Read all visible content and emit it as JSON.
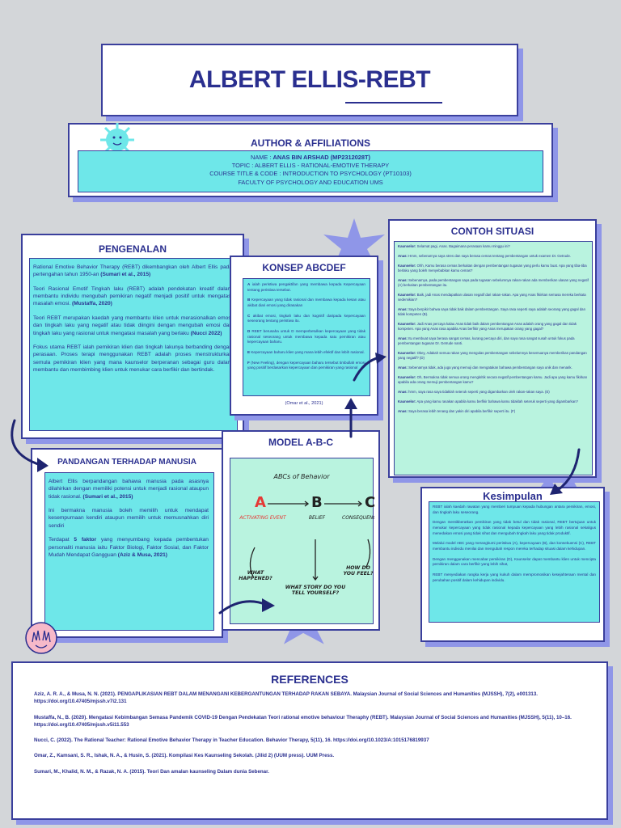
{
  "title": "ALBERT ELLIS-REBT",
  "author": {
    "heading": "AUTHOR & AFFILIATIONS",
    "name_label": "NAME :",
    "name": "ANAS BIN ARSHAD (MP2312028T)",
    "topic": "TOPIC : ALBERT ELLIS - RATIONAL-EMOTIVE THERAPY",
    "course": "COURSE TITLE & CODE : INTRODUCTION TO PSYCHOLOGY (PT10103)",
    "faculty": "FACULTY OF PSYCHOLOGY AND EDUCATION UMS"
  },
  "pengenalan": {
    "heading": "PENGENALAN",
    "p1": "Rational Emotive Behavior Therapy (REBT) dikembangkan oleh Albert Ellis pada pertengahan tahun 1950-an",
    "p1_cite": "(Sumari et al., 2015)",
    "p2": "Teori Rasional Emotif Tingkah laku (REBT) adalah pendekatan kreatif dalam membantu individu mengubah pemikiran negatif menjadi positif untuk mengatasi masalah emosi.",
    "p2_cite": "(Mustaffa, 2020)",
    "p3": "Teori REBT merupakan kaedah yang membantu klien untuk merasionalkan emosi dan tingkah laku yang negatif atau tidak diingini dengan mengubah emosi dan tingkah laku yang rasional untuk mengatasi masalah yang berlaku",
    "p3_cite": "(Nucci 2022)",
    "p4": "Fokus utama REBT ialah pemikiran klien dan tingkah lakunya berbanding dengan perasaan. Proses terapi menggunakan REBT adalah proses menstrukturkan semula pemikiran klien yang mana kaunselor berperanan sebagai guru dalam membantu dan membimbing klien untuk menukar cara berfikir dan bertindak."
  },
  "konsep": {
    "heading": "KONSEP ABCDEF",
    "items": [
      {
        "k": "A",
        "t": "ialah peristiwa pengaktifan yang membawa kepada Kepercayaan tentang peristiwa tersebut."
      },
      {
        "k": "B",
        "t": "Kepercayaan yang tidak rasional dan membawa kepada kesan atau akibat diari emosi yang dirasakan"
      },
      {
        "k": "C",
        "t": "akibat emosi, tingkah laku dan kognitif daripada kepercayaan seseorang tentang peristiwa itu."
      },
      {
        "k": "D",
        "t": "REBT berusaha untuk D memperbetulkan kepercayaan yang tidak rasional seseorang untuk membawa kepada satu pemikiran atau kepercayaan baharu."
      },
      {
        "k": "E",
        "t": "Kepercayaan baharu klien yang mana lebih efektif dan lebih rasional."
      },
      {
        "k": "F",
        "t": "(New Feeling), dengan kepercayaan baharu tersebut timbullah emosi yang positif berdasarkan kepercayaan dan pemikiran yang rasional"
      }
    ],
    "cite": "(Omar et al., 2021)"
  },
  "contoh": {
    "heading": "CONTOH SITUASI",
    "lines": [
      {
        "s": "Kaunselor:",
        "t": "Selamat pagi, Anas. Bagaimana perasaan kamu minggu ini?"
      },
      {
        "s": "Anas:",
        "t": "Hmm, sebenarnya saya stres dan saya berasa cemas tentang pembentangan untuk examen Dr. Getrude."
      },
      {
        "s": "Kaunselor:",
        "t": "Ohh, Kamu berasa cemas berkaitan dengan pembentangan tugasan yang perlu kamu buat. Apa yang tiba-tiba berlaku yang boleh menyebabkan kamu cemas?"
      },
      {
        "s": "Anas:",
        "t": "Sebenarnya, pada pembentangan saya pada tugasan sebelumnya rakan-rakan ada memberikan ulasan yang negatif (A) berkaitan pembentangan itu."
      },
      {
        "s": "Kaunselor:",
        "t": "Baik, jadi Anas mendapatkan ulasan negatif dari rakan-rakan. Apa yang Anas fikirkan semasa mereka berkata sedemikian?"
      },
      {
        "s": "Anas:",
        "t": "Saya berpikir bahwa saya tidak baik dalam pembentangan. Saya rasa seperti saya adalah seorang yang gagal dan tidak kompeten (B)."
      },
      {
        "s": "Kaunselor:",
        "t": "Jadi Anas percaya kalau Anas tidak baik dalam pembentangan Anas adalah orang yang gagal dan tidak kompeten. Apa yang Anas rasa apabila Anas berfikir yang Anas merupakan orang yang gagal?"
      },
      {
        "s": "Anas:",
        "t": "Itu membuat saya berasa sangat cemas, kurang percaya diri, dan saya rasa sangat susah untuk fokus pada pembentangan tugasan Dr. Getrude nanti."
      },
      {
        "s": "Kaunselor:",
        "t": "Okey, Adakah semua rakan yang mengulas pembentangan sebelumnya kesemuanya memberikan pandangan yang negatif? (D)"
      },
      {
        "s": "Anas:",
        "t": "Sebenarnya tidak, ada juga yang memuji dan mengatakan bahawa pembentangan saya unik dan menarik."
      },
      {
        "s": "Kaunselor:",
        "t": "Oh, Bermakna tidak semua orang mengkritik secara negatif pembentangan kamu. Jadi apa yang kamu fikirkan apabila ada orang memuji pembentangan kamu?"
      },
      {
        "s": "Anas:",
        "t": "hmm, saya rasa saya tidaklah seteruk seperti yang digambarkan oleh rakan-rakan saya. (E)"
      },
      {
        "s": "Kaunselor:",
        "t": "Apa yang kamu rasakan apabila kamu berfikir bahawa kamu tidaklah seteruk seperti yang digambarkan?"
      },
      {
        "s": "Anas:",
        "t": "Saya berasa lebih tenang dan yakin diri apabila berfikir seperti itu. (F)"
      }
    ]
  },
  "pandangan": {
    "heading": "PANDANGAN TERHADAP MANUSIA",
    "p1": "Albert Ellis berpandangan bahawa manusia pada asasnya dilahirkan dengan memiliki potensi untuk menjadi rasional ataupun tidak rasional.",
    "p1_cite": "(Sumari et al., 2015)",
    "p2": "Ini bermakna manusia boleh memilih untuk mendapat kesempurnaan kendiri ataupun memilih untuk memusnahkan diri sendiri",
    "p3a": "Terdapat",
    "p3b": "5 faktor",
    "p3c": "yang menyumbang kepada pembentukan personaliti manusia iaitu Faktor Biologi, Faktor Sosial, dan Faktor Mudah Mendapat Gangguan",
    "p3_cite": "(Aziz & Musa, 2021)"
  },
  "model": {
    "heading": "MODEL A-B-C",
    "diagram_title": "ABCs of Behavior",
    "a": "A",
    "b": "B",
    "c": "C",
    "a_label": "ACTIVATING EVENT",
    "b_label": "BELIEF",
    "c_label": "CONSEQUENCE",
    "q1": "WHAT HAPPENED?",
    "q2": "WHAT STORY DO YOU TELL YOURSELF?",
    "q3": "HOW DO YOU FEEL?",
    "colors": {
      "accent": "#e53935",
      "ink": "#222222"
    }
  },
  "kesimpulan": {
    "heading": "Kesimpulan",
    "paras": [
      "REBT ialah kaedah rawatan yang memberi tumpuan kepada hubungan antara pemikiran, emosi, dan tingkah laku seseorang.",
      "Dengan mentikberatkan pemikiran yang tidak betul dan tidak rasional, REBT bertujuan untuk menukar kepercayaan yang tidak rasional kepada kepercayaan yang lebih rasional sekaligus menedakan emosi yang tidak sihat dan mengubah tingkah laku yang tidak produktif.",
      "Melalui model ABC yang merangkumi peristiwa (A), kepercayaan (B), dan konsekuensi (C), REBT membantu individu menilai dan mengubah respon mereka terhadap situasi dalam kehidupan.",
      "Dengan menggunakan mencabar pemikiran (D), Kaunselor dapat membantu klien untuk mencipta pemikiran dalam cara berfikir yang lebih sihat,",
      "REBT menyediakan rangka kerja yang kukuh dalam mempromosikan kesejahteraan mental dan perubahan positif dalam kehidupan individu."
    ]
  },
  "references": {
    "heading": "REFERENCES",
    "items": [
      "Aziz, A. R. A., & Musa, N. N. (2021). PENGAPLIKASIAN REBT DALAM MENANGANI KEBERGANTUNGAN TERHADAP RAKAN SEBAYA. Malaysian Journal of Social Sciences and Humanities (MJSSH), 7(2), e001313. https://doi.org/10.47405/mjssh.v7i2.131",
      "Mustaffa, N., B. (2020). Mengatasi Kebimbangan Semasa Pandemik COVID-19 Dengan Pendekatan Teori rational emotive behaviour Theraphy (REBT). Malaysian Journal of Social Sciences and Humanities (MJSSH), 5(11), 10–16. https://doi.org/10.47405/mjssh.v5i11.553",
      "Nucci, C. (2022). The Rational Teacher: Rational Emotive Behavior Therapy in Teacher Education. Behavior Therapy, 5(11), 16. https://doi.org/10.1023/A:1015176819937",
      "Omar, Z., Kamsani, S. R., Ishak, N. A., & Husin, S. (2021). Kompilasi Kes Kaunseling Sekolah. (Jilid 2) (UUM press). UUM Press.",
      "Sumari, M., Khalid, N. M., & Razak, N. A. (2015). Teori Dan amalan kaunseling Dalam dunia Sebenar."
    ]
  }
}
